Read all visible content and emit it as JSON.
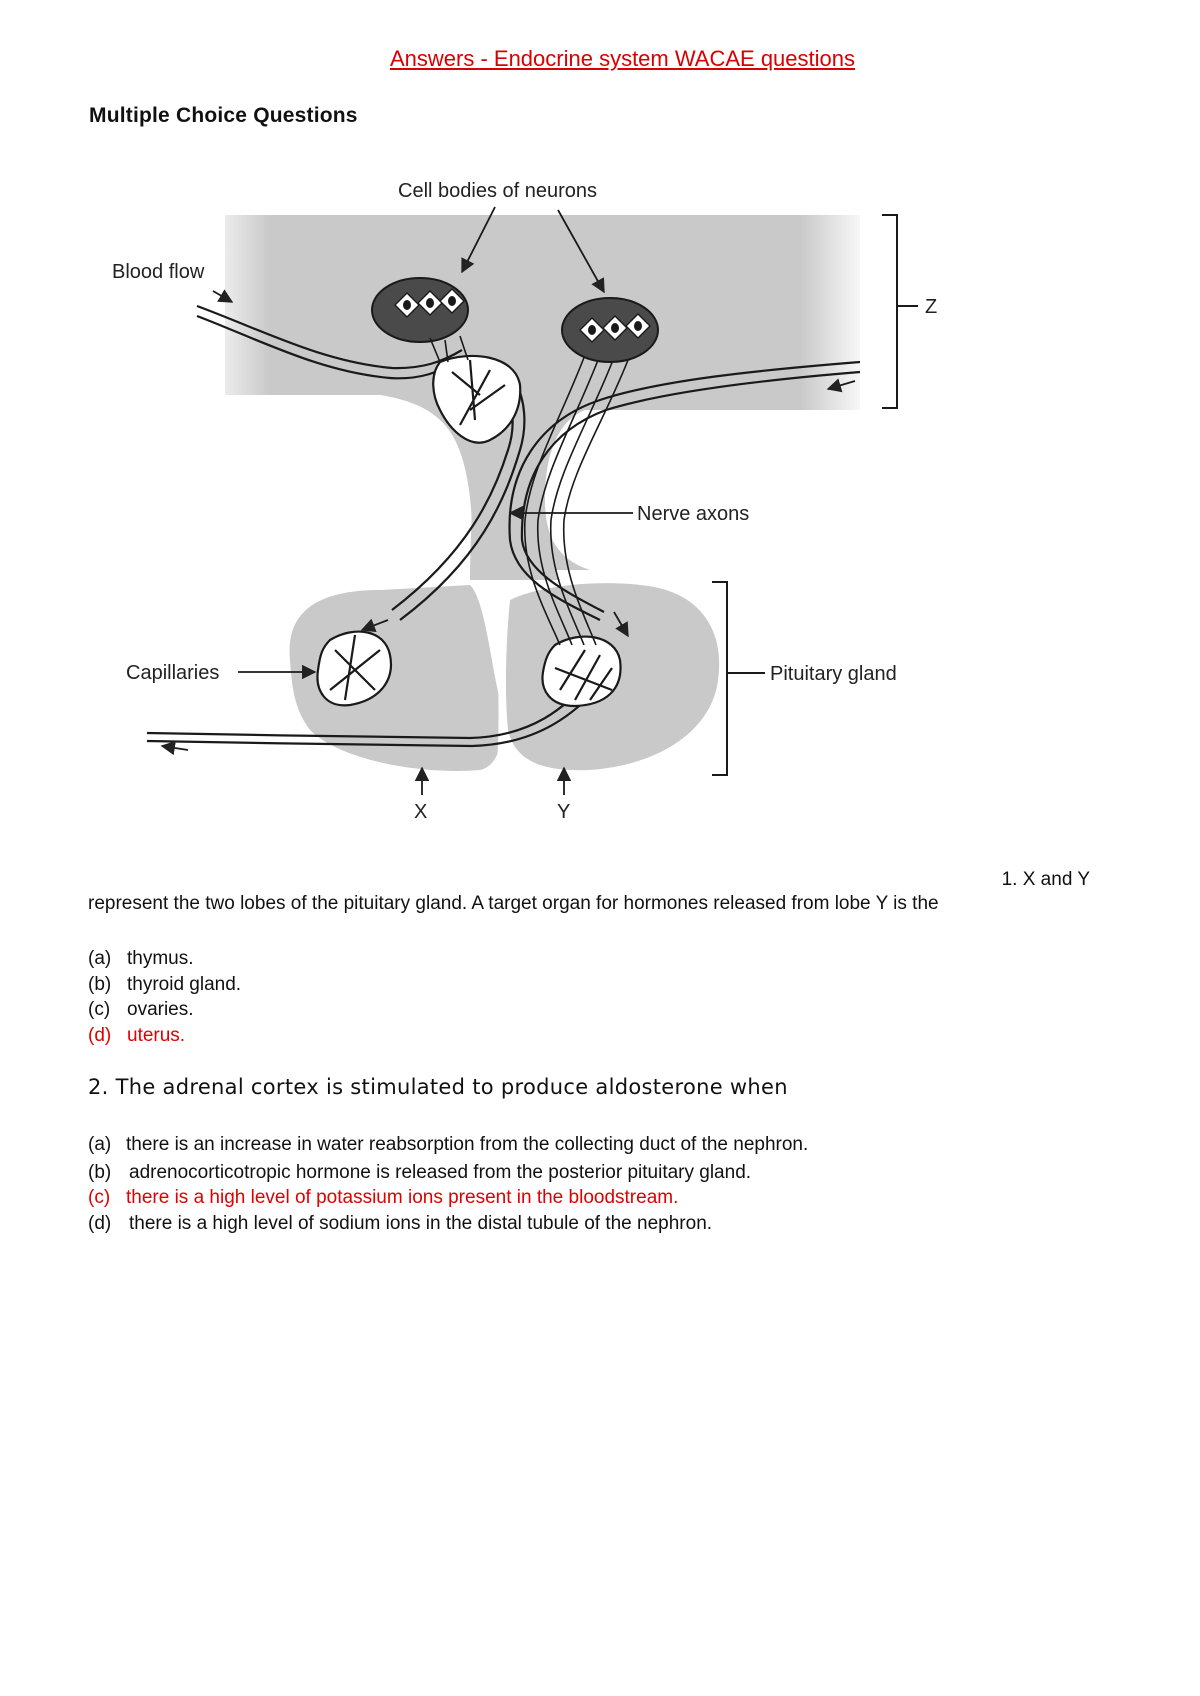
{
  "title": "Answers - Endocrine system WACAE questions",
  "section_heading": "Multiple Choice Questions",
  "diagram": {
    "labels": {
      "cell_bodies": "Cell bodies of neurons",
      "blood_flow": "Blood flow",
      "z": "Z",
      "nerve_axons": "Nerve axons",
      "capillaries": "Capillaries",
      "pituitary_gland": "Pituitary gland",
      "x": "X",
      "y": "Y"
    }
  },
  "q1": {
    "number": "1. X and Y",
    "text": "represent the two lobes of the pituitary gland. A target organ for hormones released from lobe Y is the",
    "options": [
      {
        "label": "(a)",
        "text": "thymus.",
        "correct": false
      },
      {
        "label": "(b)",
        "text": "thyroid gland.",
        "correct": false
      },
      {
        "label": "(c)",
        "text": "ovaries.",
        "correct": false
      },
      {
        "label": "(d)",
        "text": "uterus.",
        "correct": true
      }
    ]
  },
  "q2": {
    "text": "2. The adrenal cortex is stimulated to produce aldosterone when",
    "options": [
      {
        "label": "(a)",
        "text": "there is an increase in water reabsorption from the collecting duct of the nephron.",
        "correct": false
      },
      {
        "label": "(b)",
        "text": "adrenocorticotropic hormone is released from the posterior pituitary gland.",
        "correct": false
      },
      {
        "label": "(c)",
        "text": "there is a high level of potassium ions present in the bloodstream.",
        "correct": true
      },
      {
        "label": "(d)",
        "text": "there is a high level of sodium ions in the distal tubule of the nephron.",
        "correct": false
      }
    ]
  },
  "colors": {
    "answer_red": "#e00000",
    "tissue_grey": "#c8c8c8",
    "cell_cluster": "#4a4a4a"
  }
}
